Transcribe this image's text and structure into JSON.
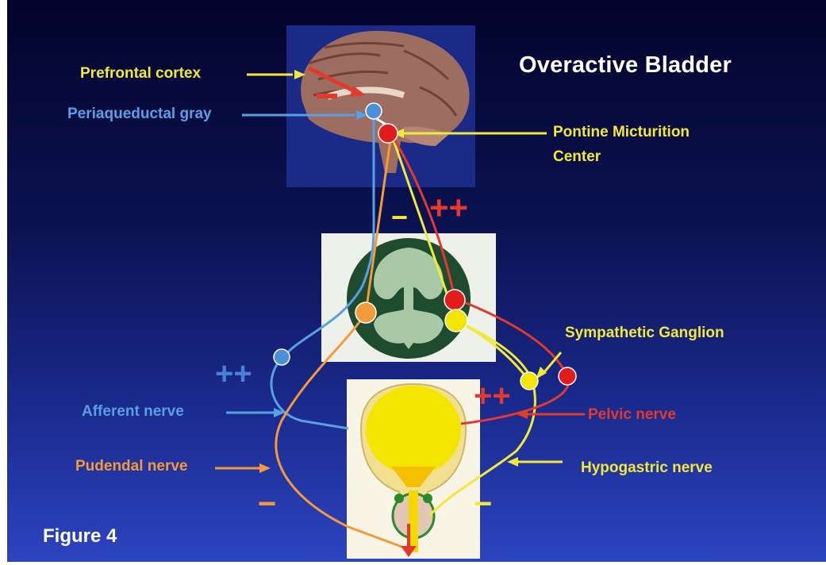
{
  "title": "Overactive Bladder",
  "figure_label": "Figure 4",
  "labels": {
    "prefrontal_cortex": "Prefrontal cortex",
    "periaqueductal_gray": "Periaqueductal gray",
    "pontine_line1": "Pontine Micturition",
    "pontine_line2": "Center",
    "sympathetic_ganglion": "Sympathetic Ganglion",
    "afferent_nerve": "Afferent nerve",
    "pelvic_nerve": "Pelvic nerve",
    "pudendal_nerve": "Pudendal nerve",
    "hypogastric_nerve": "Hypogastric nerve"
  },
  "signs": {
    "minus": "−",
    "plus_plus": "++"
  },
  "colors": {
    "yellow": "#f1e83c",
    "blue": "#58a0e4",
    "orange": "#f59a3a",
    "red": "#e23a2c"
  }
}
